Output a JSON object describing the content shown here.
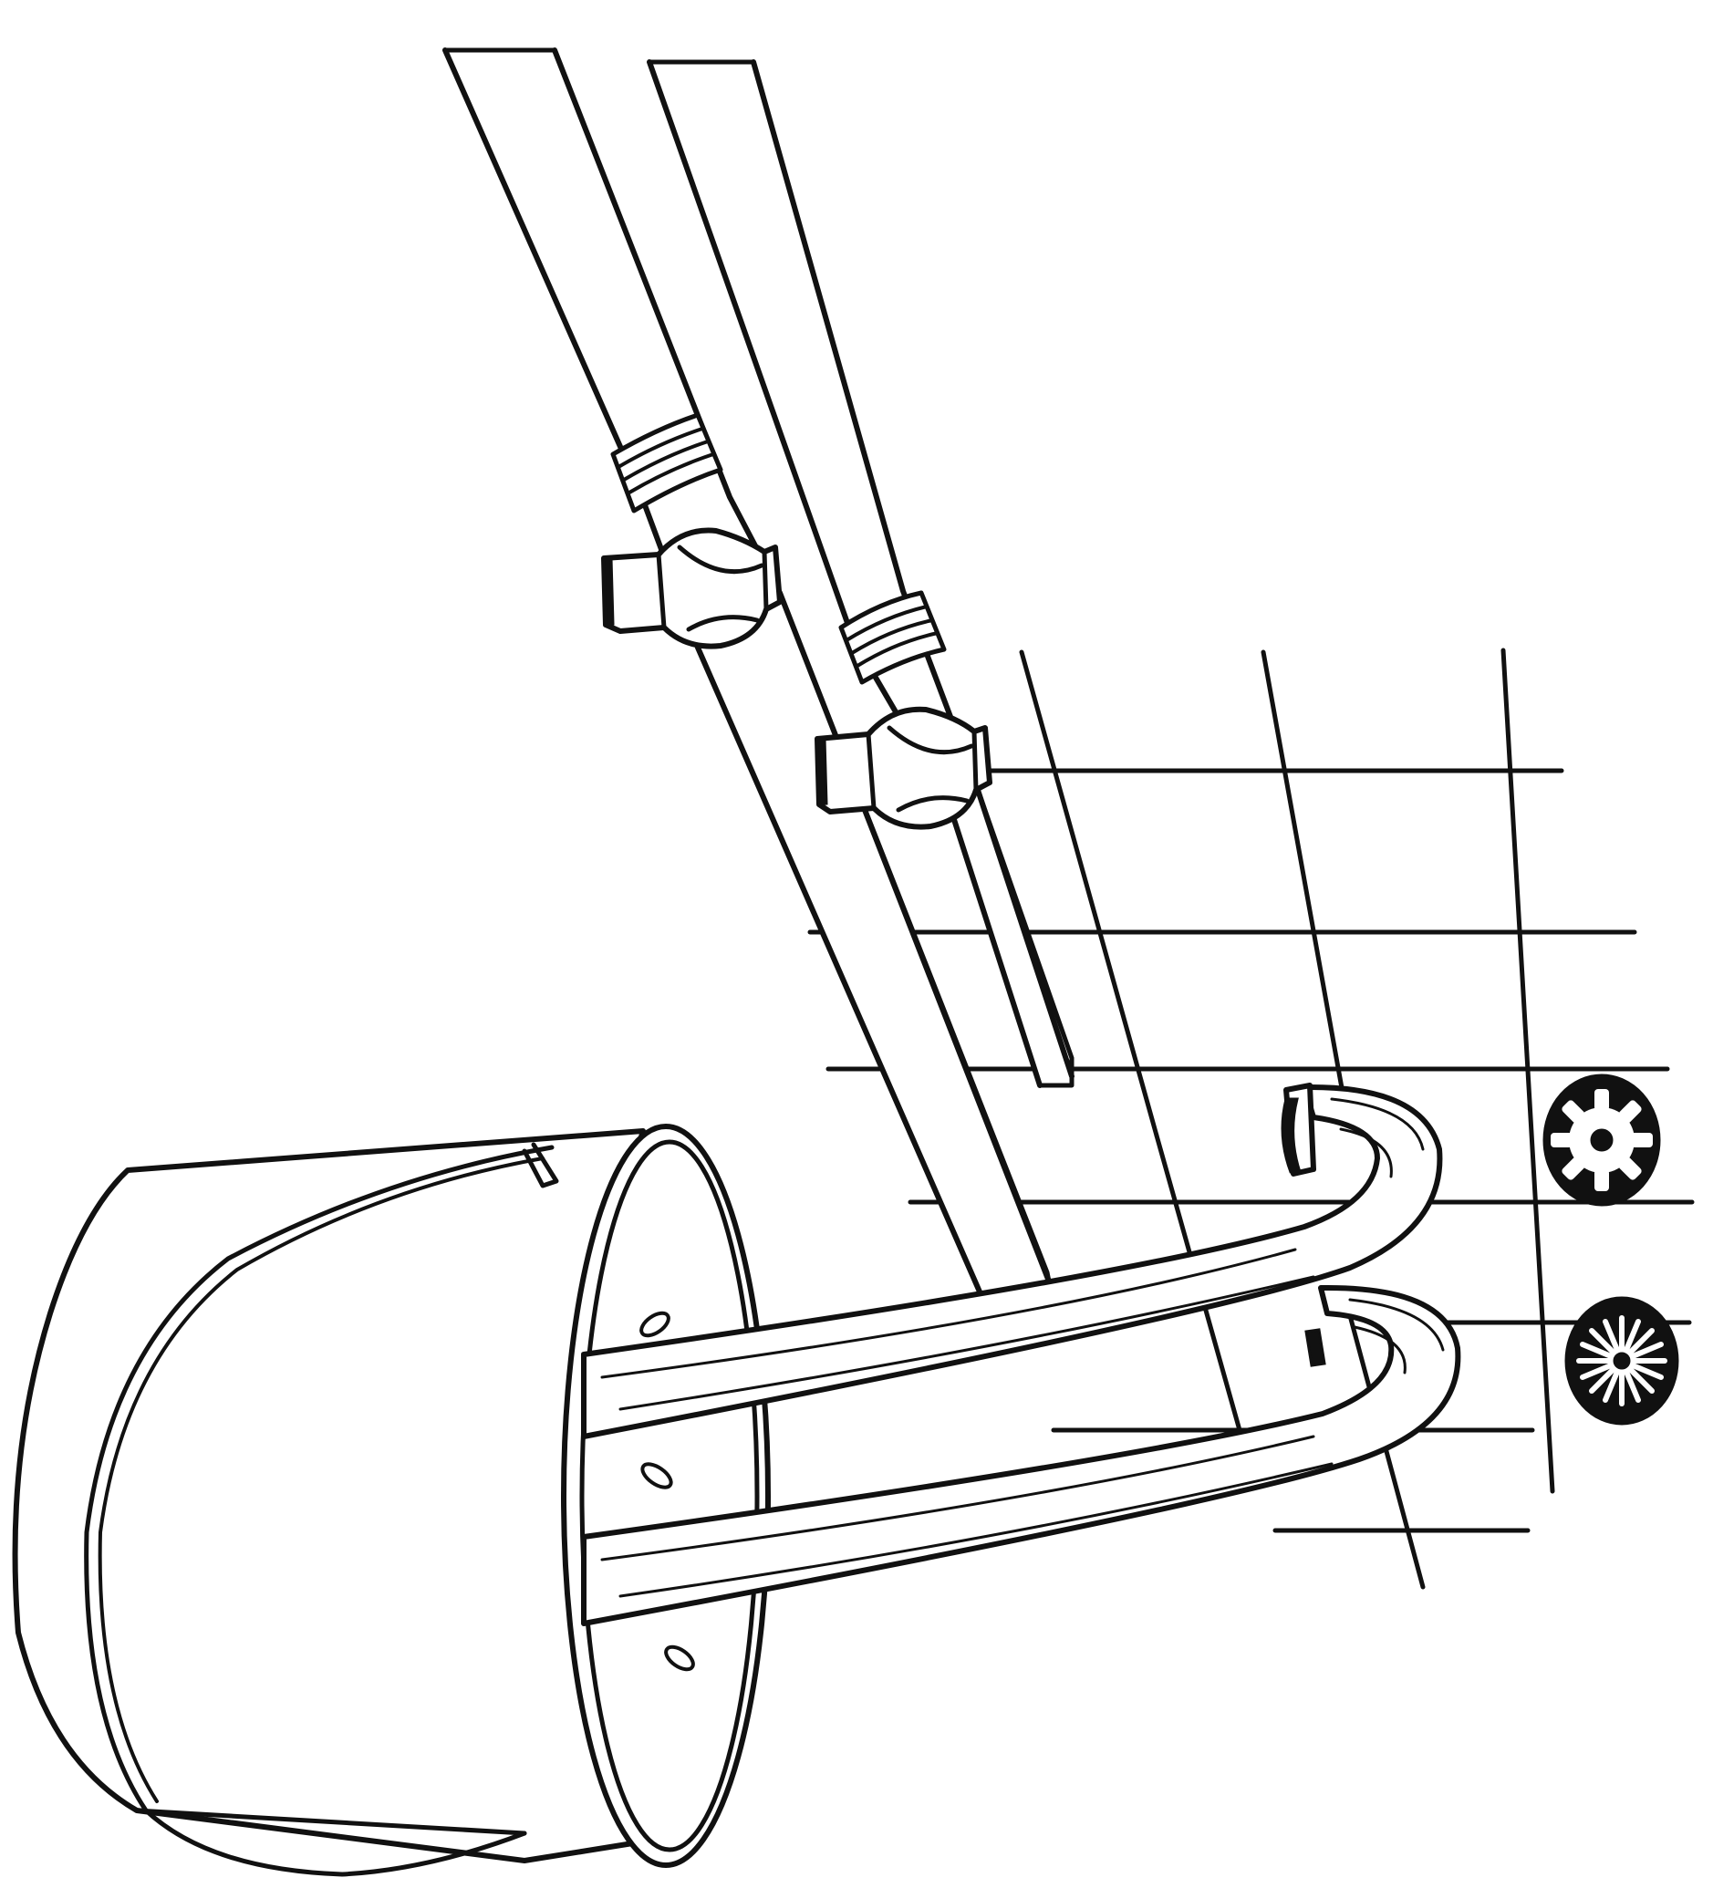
{
  "diagram": {
    "components": [
      {
        "name": "supply-pipe-left"
      },
      {
        "name": "supply-pipe-right"
      },
      {
        "name": "shutoff-valve-left"
      },
      {
        "name": "shutoff-valve-right"
      },
      {
        "name": "hose-upper"
      },
      {
        "name": "hose-lower"
      },
      {
        "name": "bucket"
      },
      {
        "name": "wall-grid-lines"
      }
    ],
    "symbols": [
      {
        "name": "hot-water-symbol",
        "icon": "sun-icon",
        "color": "#111111"
      },
      {
        "name": "cold-water-symbol",
        "icon": "snowflake-icon",
        "color": "#111111"
      }
    ],
    "colors": {
      "ink": "#111111",
      "background": "#ffffff"
    }
  }
}
